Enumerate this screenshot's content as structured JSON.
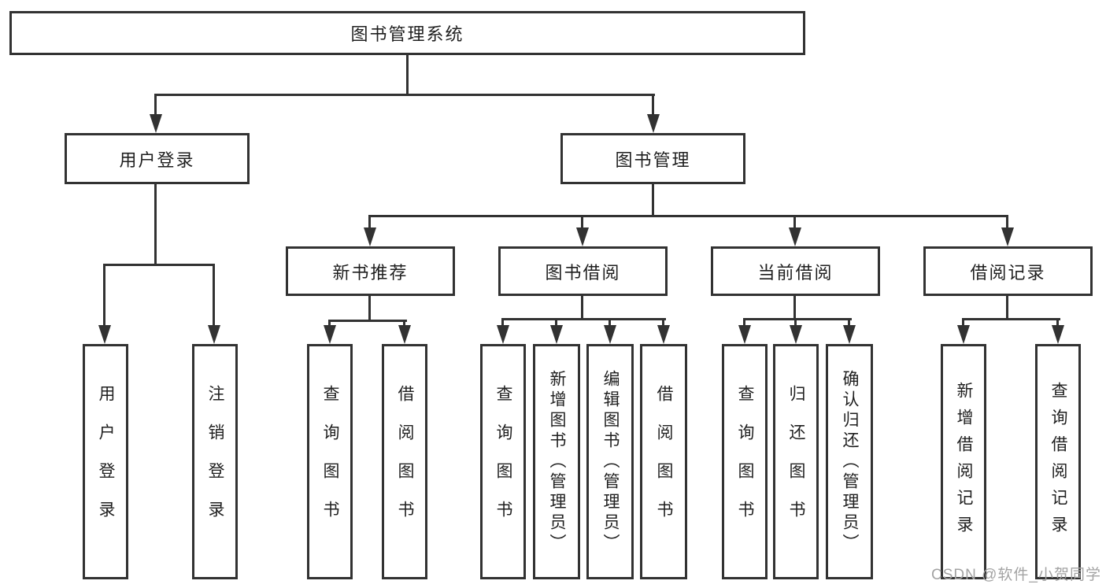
{
  "diagram_type": "hierarchy-tree",
  "colors": {
    "line": "#323232",
    "text": "#1f1f1f",
    "background": "#ffffff",
    "watermark": "#a3a3a3"
  },
  "tree": {
    "label": "图书管理系统",
    "children": [
      {
        "label": "用户登录",
        "children": [
          {
            "label": "用户登录"
          },
          {
            "label": "注销登录"
          }
        ]
      },
      {
        "label": "图书管理",
        "children": [
          {
            "label": "新书推荐",
            "children": [
              {
                "label": "查询图书"
              },
              {
                "label": "借阅图书"
              }
            ]
          },
          {
            "label": "图书借阅",
            "children": [
              {
                "label": "查询图书"
              },
              {
                "label": "新增图书（管理员）"
              },
              {
                "label": "编辑图书（管理员）"
              },
              {
                "label": "借阅图书"
              }
            ]
          },
          {
            "label": "当前借阅",
            "children": [
              {
                "label": "查询图书"
              },
              {
                "label": "归还图书"
              },
              {
                "label": "确认归还（管理员）"
              }
            ]
          },
          {
            "label": "借阅记录",
            "children": [
              {
                "label": "新增借阅记录"
              },
              {
                "label": "查询借阅记录"
              }
            ]
          }
        ]
      }
    ]
  },
  "watermark": {
    "text": "CSDN @软件_小贺同学"
  }
}
